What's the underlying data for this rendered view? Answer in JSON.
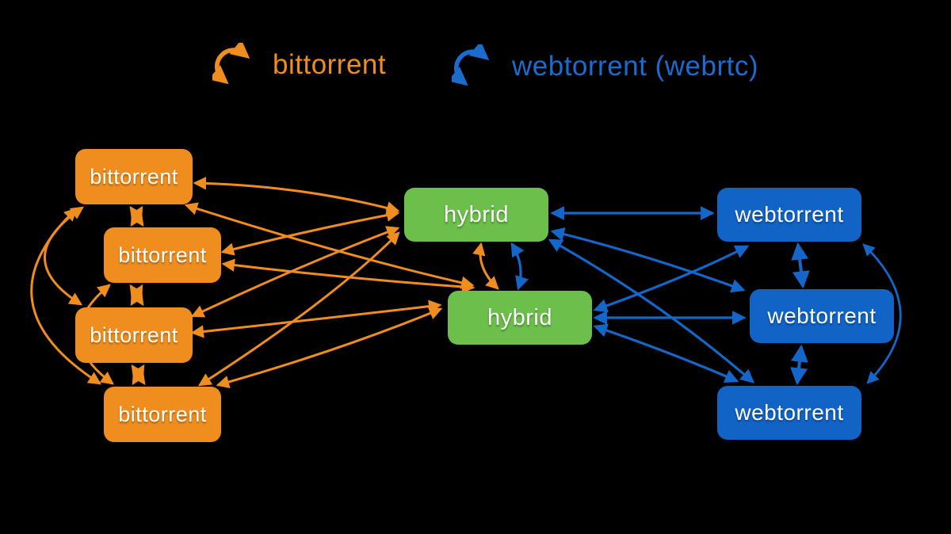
{
  "legend": {
    "items": [
      {
        "label": "bittorrent",
        "color": "#EF8E1F",
        "icon": "cycle-arrows-icon"
      },
      {
        "label": "webtorrent (webrtc)",
        "color": "#1A6CCE",
        "icon": "cycle-arrows-icon"
      }
    ]
  },
  "colors": {
    "bittorrent_orange": "#EF8E1F",
    "hybrid_green": "#6BBF4A",
    "webtorrent_blue": "#1263C6",
    "node_text": "#FFFFFF",
    "background": "#000000"
  },
  "nodes": {
    "bittorrent": [
      "bittorrent",
      "bittorrent",
      "bittorrent",
      "bittorrent"
    ],
    "hybrid": [
      "hybrid",
      "hybrid"
    ],
    "webtorrent": [
      "webtorrent",
      "webtorrent",
      "webtorrent"
    ]
  },
  "edges": [
    {
      "from": "bittorrent-1",
      "to": "bittorrent-2",
      "protocol": "bittorrent",
      "bidirectional": true
    },
    {
      "from": "bittorrent-2",
      "to": "bittorrent-3",
      "protocol": "bittorrent",
      "bidirectional": true
    },
    {
      "from": "bittorrent-3",
      "to": "bittorrent-4",
      "protocol": "bittorrent",
      "bidirectional": true
    },
    {
      "from": "bittorrent-1",
      "to": "bittorrent-3",
      "protocol": "bittorrent",
      "bidirectional": true
    },
    {
      "from": "bittorrent-1",
      "to": "bittorrent-4",
      "protocol": "bittorrent",
      "bidirectional": true
    },
    {
      "from": "bittorrent-2",
      "to": "bittorrent-4",
      "protocol": "bittorrent",
      "bidirectional": true
    },
    {
      "from": "bittorrent-1",
      "to": "hybrid-1",
      "protocol": "bittorrent",
      "bidirectional": true
    },
    {
      "from": "bittorrent-2",
      "to": "hybrid-1",
      "protocol": "bittorrent",
      "bidirectional": true
    },
    {
      "from": "bittorrent-3",
      "to": "hybrid-1",
      "protocol": "bittorrent",
      "bidirectional": true
    },
    {
      "from": "bittorrent-4",
      "to": "hybrid-1",
      "protocol": "bittorrent",
      "bidirectional": true
    },
    {
      "from": "bittorrent-1",
      "to": "hybrid-2",
      "protocol": "bittorrent",
      "bidirectional": true
    },
    {
      "from": "bittorrent-2",
      "to": "hybrid-2",
      "protocol": "bittorrent",
      "bidirectional": true
    },
    {
      "from": "bittorrent-3",
      "to": "hybrid-2",
      "protocol": "bittorrent",
      "bidirectional": true
    },
    {
      "from": "bittorrent-4",
      "to": "hybrid-2",
      "protocol": "bittorrent",
      "bidirectional": true
    },
    {
      "from": "hybrid-1",
      "to": "hybrid-2",
      "protocol": "bittorrent",
      "bidirectional": true
    },
    {
      "from": "hybrid-1",
      "to": "hybrid-2",
      "protocol": "webrtc",
      "bidirectional": true
    },
    {
      "from": "hybrid-1",
      "to": "webtorrent-1",
      "protocol": "webrtc",
      "bidirectional": true
    },
    {
      "from": "hybrid-1",
      "to": "webtorrent-2",
      "protocol": "webrtc",
      "bidirectional": true
    },
    {
      "from": "hybrid-1",
      "to": "webtorrent-3",
      "protocol": "webrtc",
      "bidirectional": true
    },
    {
      "from": "hybrid-2",
      "to": "webtorrent-1",
      "protocol": "webrtc",
      "bidirectional": true
    },
    {
      "from": "hybrid-2",
      "to": "webtorrent-2",
      "protocol": "webrtc",
      "bidirectional": true
    },
    {
      "from": "hybrid-2",
      "to": "webtorrent-3",
      "protocol": "webrtc",
      "bidirectional": true
    },
    {
      "from": "webtorrent-1",
      "to": "webtorrent-2",
      "protocol": "webrtc",
      "bidirectional": true
    },
    {
      "from": "webtorrent-2",
      "to": "webtorrent-3",
      "protocol": "webrtc",
      "bidirectional": true
    },
    {
      "from": "webtorrent-1",
      "to": "webtorrent-3",
      "protocol": "webrtc",
      "bidirectional": true
    }
  ]
}
